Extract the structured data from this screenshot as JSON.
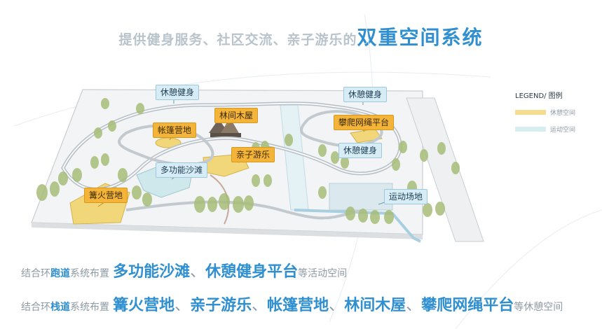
{
  "title": {
    "prefix": "提供健身服务、社区交流、亲子游乐的",
    "highlight": "双重空间系统"
  },
  "legend": {
    "title": "LEGEND/ 图例",
    "items": [
      {
        "label": "休憩空间",
        "color": "#f5dc8e"
      },
      {
        "label": "运动空间",
        "color": "#d6eef0"
      }
    ]
  },
  "map": {
    "labels": {
      "rest_fitness_1": "休憩健身",
      "rest_fitness_2": "休憩健身",
      "rest_fitness_3": "休憩健身",
      "tent_camp": "帐篷营地",
      "forest_cabin": "林间木屋",
      "climbing_net": "攀爬网绳平台",
      "kids_play": "亲子游乐",
      "beach": "多功能沙滩",
      "bonfire_camp": "篝火营地",
      "sports_field": "运动场地"
    }
  },
  "captions": {
    "line1": {
      "a": "结合环",
      "b": "跑道",
      "c": "系统布置",
      "items": [
        "多功能沙滩",
        "、",
        "休憩健身平台"
      ],
      "d": "等活动空间"
    },
    "line2": {
      "a": "结合环",
      "b": "栈道",
      "c": "系统布置",
      "items": [
        "篝火营地",
        "、",
        "亲子游乐",
        "、",
        "帐篷营地",
        "、",
        "林间木屋",
        "、",
        "攀爬网绳平台"
      ],
      "d": "等休憩空间"
    }
  }
}
